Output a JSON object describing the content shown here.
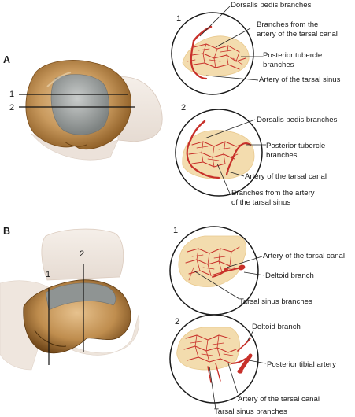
{
  "panels": {
    "a": {
      "label": "A",
      "section_1": "1",
      "section_2": "2",
      "view_1": {
        "number": "1",
        "labels": [
          "Dorsalis pedis branches",
          "Branches from the",
          "artery of the tarsal canal",
          "Posterior tubercle",
          "branches",
          "Artery of the tarsal sinus"
        ]
      },
      "view_2": {
        "number": "2",
        "labels": [
          "Dorsalis pedis branches",
          "Posterior tubercle",
          "branches",
          "Artery of the tarsal canal",
          "Branches from the artery",
          "of the tarsal sinus"
        ]
      }
    },
    "b": {
      "label": "B",
      "section_1": "1",
      "section_2": "2",
      "view_1": {
        "number": "1",
        "labels": [
          "Artery of the tarsal canal",
          "Deltoid branch",
          "Tarsal sinus branches"
        ]
      },
      "view_2": {
        "number": "2",
        "labels": [
          "Deltoid branch",
          "Posterior tibial artery",
          "Artery of the tarsal canal",
          "Tarsal sinus branches"
        ]
      }
    }
  },
  "colors": {
    "artery": "#c8302a",
    "bone": "#f3dcae",
    "talus_brown": "#9c6a2c",
    "cartilage_grey": "#8f9493"
  }
}
